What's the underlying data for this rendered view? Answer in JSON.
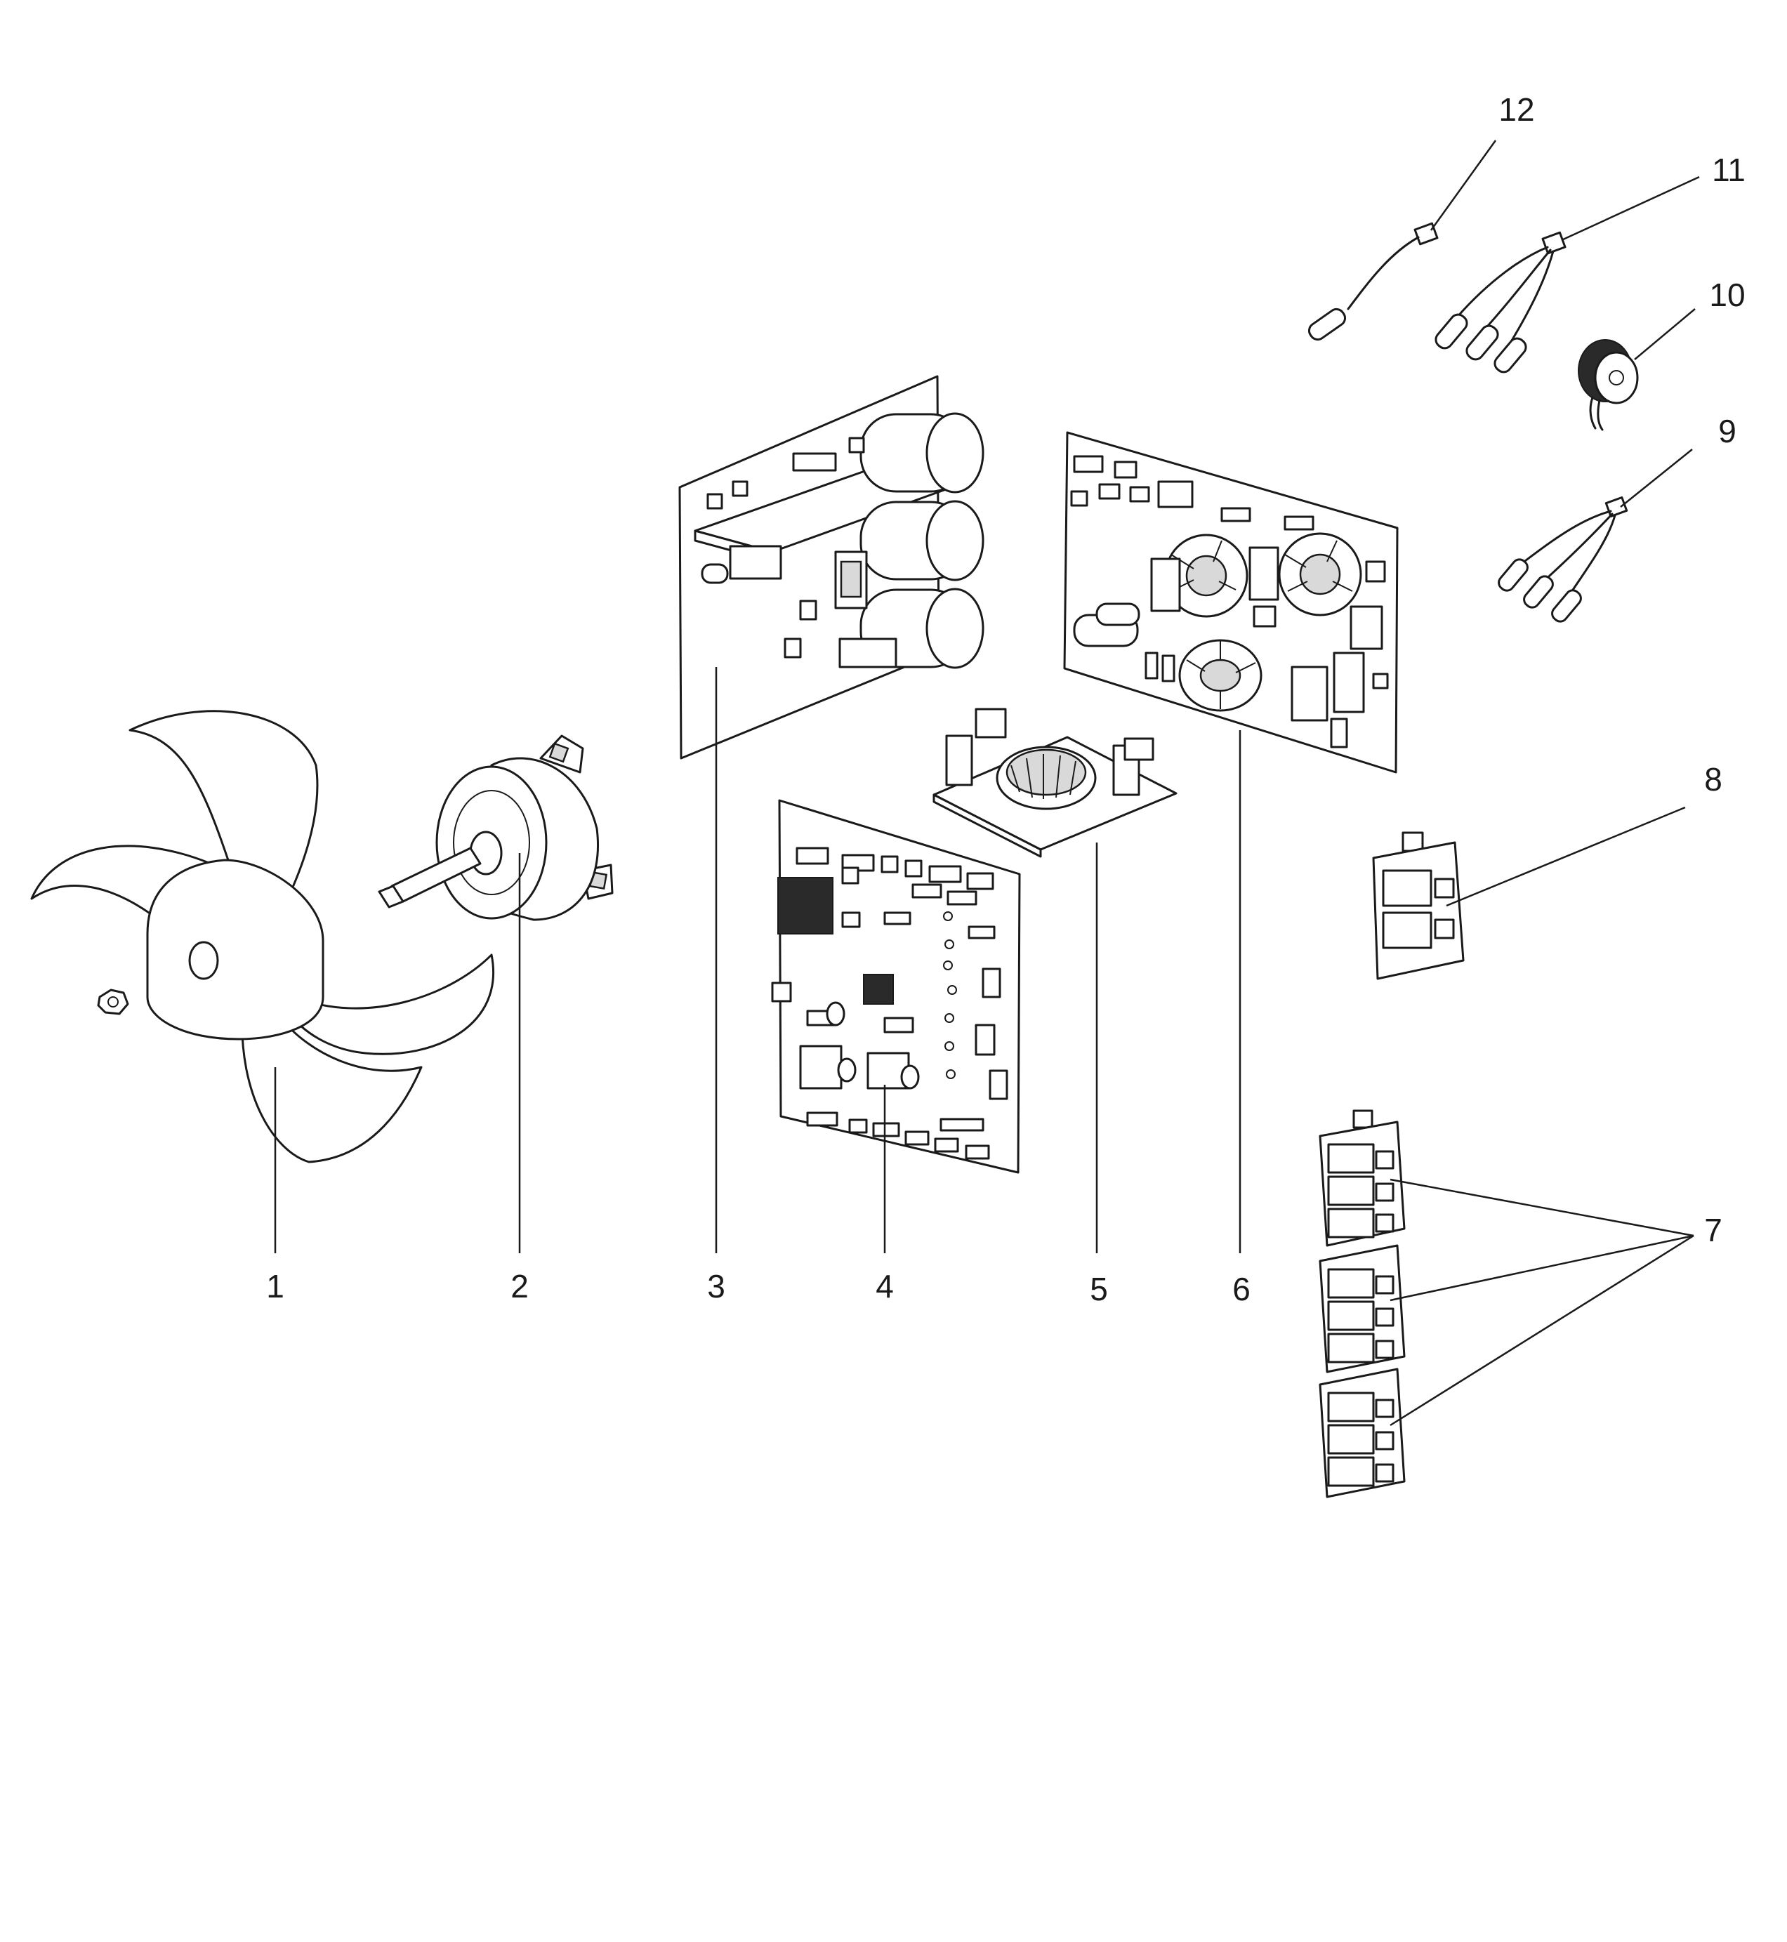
{
  "callouts": [
    {
      "id": "1",
      "label": "1"
    },
    {
      "id": "2",
      "label": "2"
    },
    {
      "id": "3",
      "label": "3"
    },
    {
      "id": "4",
      "label": "4"
    },
    {
      "id": "5",
      "label": "5"
    },
    {
      "id": "6",
      "label": "6"
    },
    {
      "id": "7",
      "label": "7"
    },
    {
      "id": "8",
      "label": "8"
    },
    {
      "id": "9",
      "label": "9"
    },
    {
      "id": "10",
      "label": "10"
    },
    {
      "id": "11",
      "label": "11"
    },
    {
      "id": "12",
      "label": "12"
    }
  ],
  "parts": [
    {
      "callout": "1",
      "icon": "fan-propeller-icon"
    },
    {
      "callout": "2",
      "icon": "fan-motor-icon"
    },
    {
      "callout": "3",
      "icon": "capacitor-board-icon"
    },
    {
      "callout": "4",
      "icon": "control-pcb-icon"
    },
    {
      "callout": "5",
      "icon": "reactor-board-icon"
    },
    {
      "callout": "6",
      "icon": "filter-pcb-icon"
    },
    {
      "callout": "7",
      "icon": "terminal-block-3p-icon"
    },
    {
      "callout": "8",
      "icon": "terminal-block-2p-icon"
    },
    {
      "callout": "9",
      "icon": "triple-sensor-harness-icon"
    },
    {
      "callout": "10",
      "icon": "ferrite-coil-icon"
    },
    {
      "callout": "11",
      "icon": "triple-sensor-harness-icon"
    },
    {
      "callout": "12",
      "icon": "single-sensor-icon"
    }
  ],
  "colors": {
    "ink": "#1a1a1a",
    "background": "#ffffff"
  }
}
